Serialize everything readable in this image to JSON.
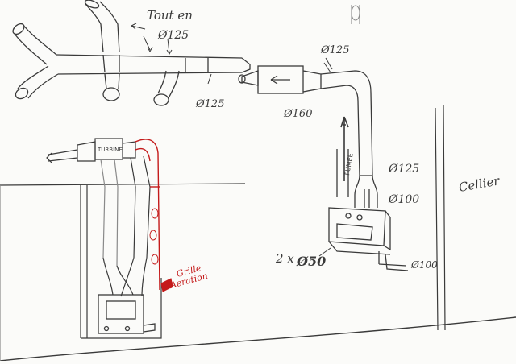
{
  "labels": {
    "tout_en": "Tout en",
    "d125_top": "Ø125",
    "d125_pipe": "Ø125",
    "d125_vert": "Ø125",
    "d125_right": "Ø125",
    "d160": "Ø160",
    "d100_a": "Ø100",
    "d100_b": "Ø100",
    "two_x": "2 x",
    "d50": "Ø50",
    "fumee": "FUMEE",
    "turbine": "TURBINE",
    "grille_1": "Grille",
    "grille_2": "Aeration",
    "cellier": "Cellier"
  },
  "colors": {
    "ink": "#3a3a3a",
    "ink_light": "#8a8a8a",
    "red": "#c41a1a",
    "paper": "#fbfbf9"
  }
}
